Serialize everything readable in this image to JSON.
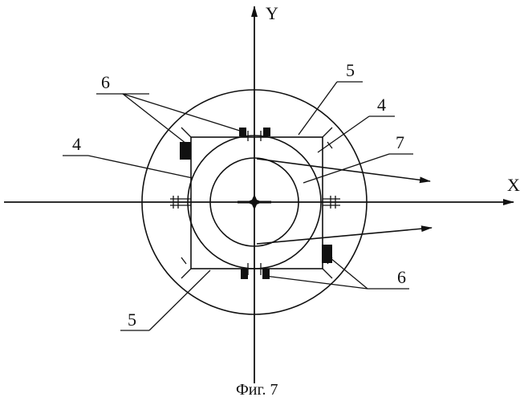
{
  "figure": {
    "caption": "Фиг. 7",
    "axes": {
      "x_label": "X",
      "y_label": "Y"
    },
    "callouts": {
      "label_6_top": "6",
      "label_5_top": "5",
      "label_4_right": "4",
      "label_4_left": "4",
      "label_7": "7",
      "label_6_bottom": "6",
      "label_5_bottom": "5"
    }
  }
}
